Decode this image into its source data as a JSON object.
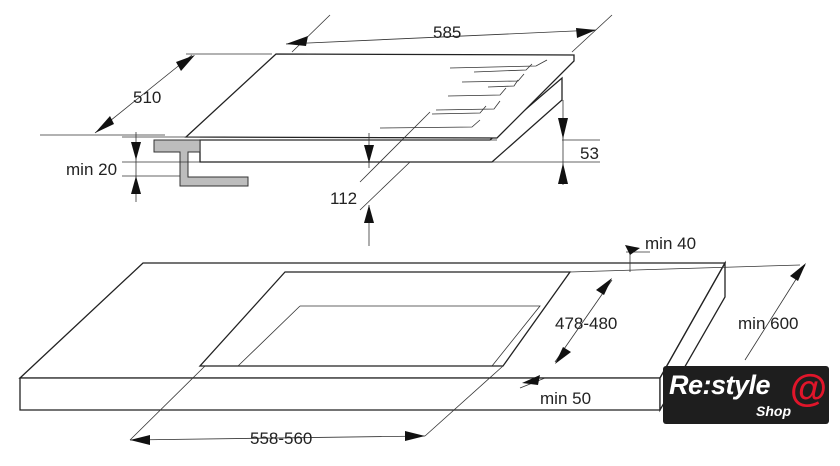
{
  "dimensions": {
    "width": "585",
    "depth": "510",
    "min_support": "min 20",
    "total_height": "112",
    "hob_height": "53",
    "min_back": "min 40",
    "cutout_depth": "478-480",
    "min_worktop_depth": "min 600",
    "min_front": "min 50",
    "cutout_width": "558-560"
  },
  "logo": {
    "text": "Re:style",
    "sub": "Shop",
    "symbol": "@"
  },
  "colors": {
    "bracket": "#bdbdbd",
    "logo_bg": "#1e1e1e",
    "logo_accent": "#e0152a"
  }
}
